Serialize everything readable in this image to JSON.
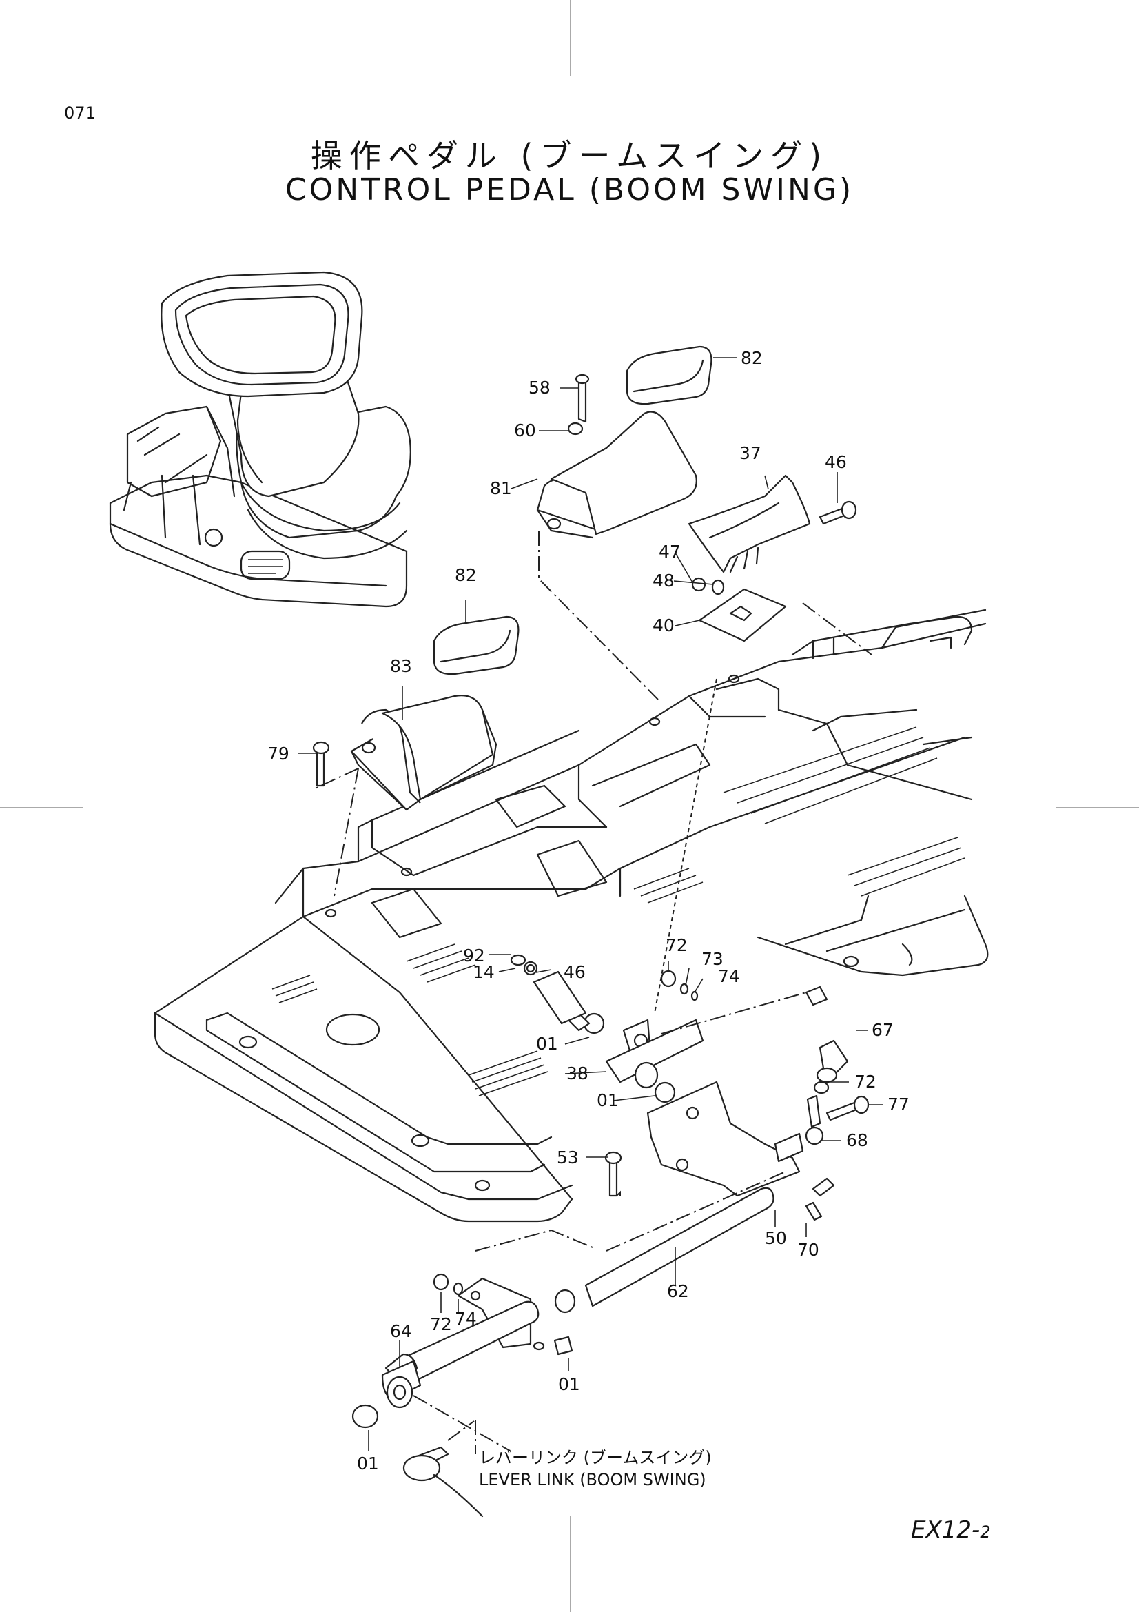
{
  "page_number": "071",
  "title": {
    "jp": "操作ペダル (ブームスイング)",
    "en": "CONTROL PEDAL (BOOM SWING)"
  },
  "model_code": {
    "main": "EX12-",
    "sub": "2"
  },
  "note": {
    "jp": "レバーリンク (ブームスイング)",
    "en": "LEVER LINK (BOOM SWING)"
  },
  "callouts": [
    {
      "id": "c82a",
      "label": "82"
    },
    {
      "id": "c58",
      "label": "58"
    },
    {
      "id": "c60",
      "label": "60"
    },
    {
      "id": "c81",
      "label": "81"
    },
    {
      "id": "c37",
      "label": "37"
    },
    {
      "id": "c46a",
      "label": "46"
    },
    {
      "id": "c47",
      "label": "47"
    },
    {
      "id": "c48",
      "label": "48"
    },
    {
      "id": "c40",
      "label": "40"
    },
    {
      "id": "c82b",
      "label": "82"
    },
    {
      "id": "c83",
      "label": "83"
    },
    {
      "id": "c79",
      "label": "79"
    },
    {
      "id": "c92",
      "label": "92"
    },
    {
      "id": "c14",
      "label": "14"
    },
    {
      "id": "c46b",
      "label": "46"
    },
    {
      "id": "c72a",
      "label": "72"
    },
    {
      "id": "c73",
      "label": "73"
    },
    {
      "id": "c74a",
      "label": "74"
    },
    {
      "id": "c67",
      "label": "67"
    },
    {
      "id": "c01a",
      "label": "01"
    },
    {
      "id": "c38",
      "label": "38"
    },
    {
      "id": "c01b",
      "label": "01"
    },
    {
      "id": "c72b",
      "label": "72"
    },
    {
      "id": "c77",
      "label": "77"
    },
    {
      "id": "c68",
      "label": "68"
    },
    {
      "id": "c53",
      "label": "53"
    },
    {
      "id": "c50",
      "label": "50"
    },
    {
      "id": "c70",
      "label": "70"
    },
    {
      "id": "c62",
      "label": "62"
    },
    {
      "id": "c64",
      "label": "64"
    },
    {
      "id": "c72c",
      "label": "72"
    },
    {
      "id": "c74b",
      "label": "74"
    },
    {
      "id": "c01c",
      "label": "01"
    },
    {
      "id": "c01d",
      "label": "01"
    }
  ]
}
